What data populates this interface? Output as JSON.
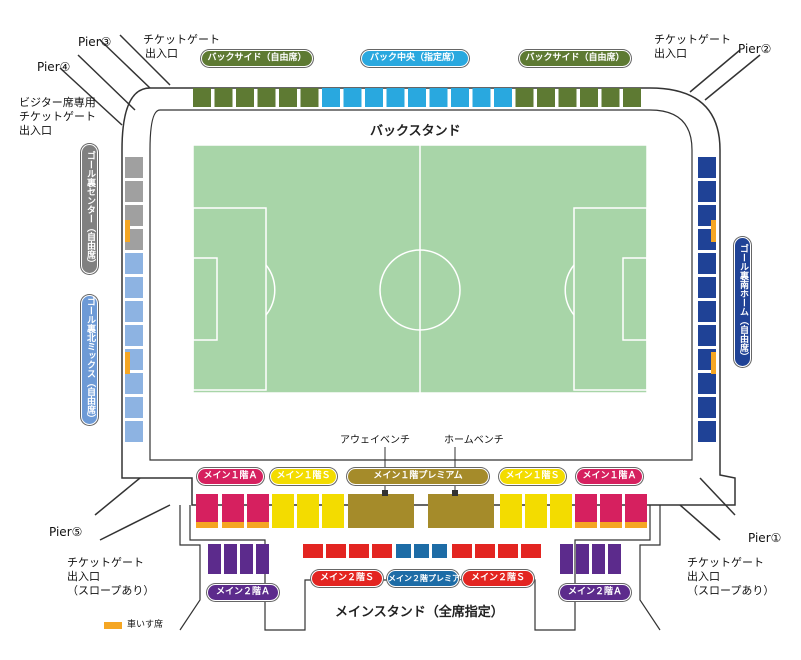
{
  "colors": {
    "back_side": "#5e7a33",
    "back_center": "#29a8df",
    "pitch": "#a8d5a8",
    "away_gray": "#a0a0a0",
    "away_blue": "#8db3e2",
    "home_navy": "#1f4296",
    "main1a": "#d6205f",
    "main1s": "#f3dc00",
    "main1premium": "#a58b2a",
    "main2a": "#5c2b8c",
    "main2s": "#e32521",
    "main2premium": "#1d6ca6",
    "wheelchair": "#f5a623"
  },
  "piers": {
    "pier1": "Pier①",
    "pier2": "Pier②",
    "pier3": "Pier③",
    "pier4": "Pier④",
    "pier5": "Pier⑤"
  },
  "gates": {
    "top_left": [
      "チケットゲート",
      "出入口"
    ],
    "top_right": [
      "チケットゲート",
      "出入口"
    ],
    "visitor": [
      "ビジター席専用",
      "チケットゲート",
      "出入口"
    ],
    "bottom_left": [
      "チケットゲート",
      "出入口",
      "（スロープあり）"
    ],
    "bottom_right": [
      "チケットゲート",
      "出入口",
      "（スロープあり）"
    ]
  },
  "sections": {
    "back_side_left": "バックサイド（自由席）",
    "back_center": "バック中央（指定席）",
    "back_side_right": "バックサイド（自由席）",
    "goal_away_center": "ゴール裏センター（自由席）",
    "goal_away_mix": "ゴール裏北ミックス（自由席）",
    "goal_home": "ゴール裏南ホーム（自由席）",
    "main1a_left": "メイン１階Ａ",
    "main1s_left": "メイン１階Ｓ",
    "main1premium": "メイン１階プレミアム",
    "main1s_right": "メイン１階Ｓ",
    "main1a_right": "メイン１階Ａ",
    "main2a_left": "メイン２階Ａ",
    "main2s_left": "メイン２階Ｓ",
    "main2premium": "メイン２階プレミアム",
    "main2s_right": "メイン２階Ｓ",
    "main2a_right": "メイン２階Ａ"
  },
  "stands": {
    "back": "バックスタンド",
    "main": "メインスタンド（全席指定）"
  },
  "benches": {
    "away": "アウェイベンチ",
    "home": "ホームベンチ"
  },
  "legend": {
    "wheelchair": "車いす席"
  }
}
